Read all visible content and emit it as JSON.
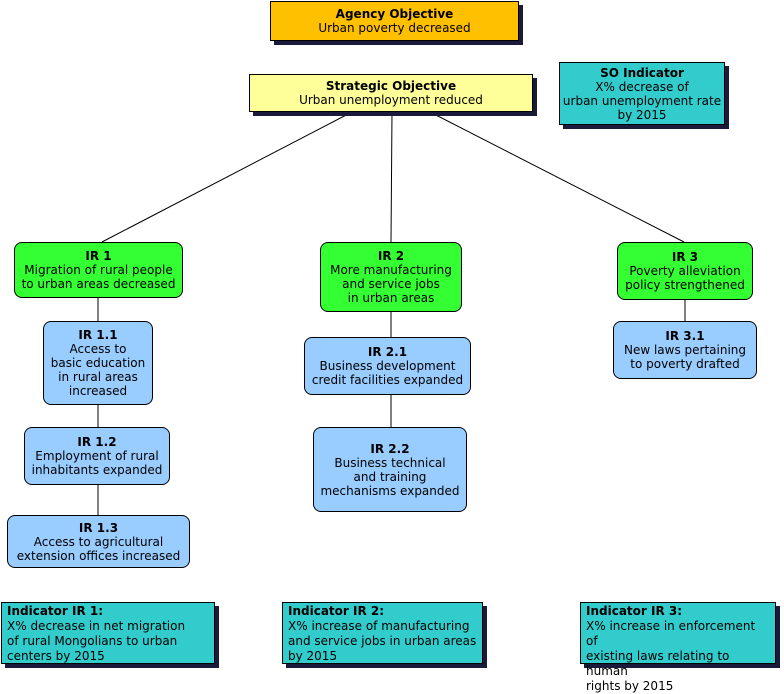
{
  "agency": {
    "title": "Agency Objective",
    "text": "Urban poverty decreased"
  },
  "strategic": {
    "title": "Strategic Objective",
    "text": "Urban unemployment reduced"
  },
  "so_indicator": {
    "title": "SO Indicator",
    "lines": [
      "X% decrease of",
      "urban unemployment rate",
      "by 2015"
    ]
  },
  "ir1": {
    "title": "IR 1",
    "lines": [
      "Migration of rural people",
      "to urban areas decreased"
    ]
  },
  "ir2": {
    "title": "IR 2",
    "lines": [
      "More manufacturing",
      "and service jobs",
      "in urban areas"
    ]
  },
  "ir3": {
    "title": "IR 3",
    "lines": [
      "Poverty alleviation",
      "policy strengthened"
    ]
  },
  "ir11": {
    "title": "IR 1.1",
    "lines": [
      "Access to",
      "basic education",
      "in rural areas",
      "increased"
    ]
  },
  "ir12": {
    "title": "IR 1.2",
    "lines": [
      "Employment of rural",
      "inhabitants expanded"
    ]
  },
  "ir13": {
    "title": "IR 1.3",
    "lines": [
      "Access to agricultural",
      "extension offices increased"
    ]
  },
  "ir21": {
    "title": "IR 2.1",
    "lines": [
      "Business development",
      "credit facilities expanded"
    ]
  },
  "ir22": {
    "title": "IR 2.2",
    "lines": [
      "Business technical",
      "and training",
      "mechanisms expanded"
    ]
  },
  "ir31": {
    "title": "IR 3.1",
    "lines": [
      "New laws pertaining",
      "to poverty drafted"
    ]
  },
  "ind1": {
    "title": "Indicator IR 1:",
    "lines": [
      "X% decrease in net migration",
      "of rural Mongolians to urban",
      "centers by 2015"
    ]
  },
  "ind2": {
    "title": "Indicator IR 2:",
    "lines": [
      "X% increase of manufacturing",
      "and service jobs in urban areas",
      "by 2015"
    ]
  },
  "ind3": {
    "title": "Indicator IR 3:",
    "lines": [
      "X% increase in enforcement of",
      "existing laws relating to human",
      "rights by 2015"
    ]
  }
}
